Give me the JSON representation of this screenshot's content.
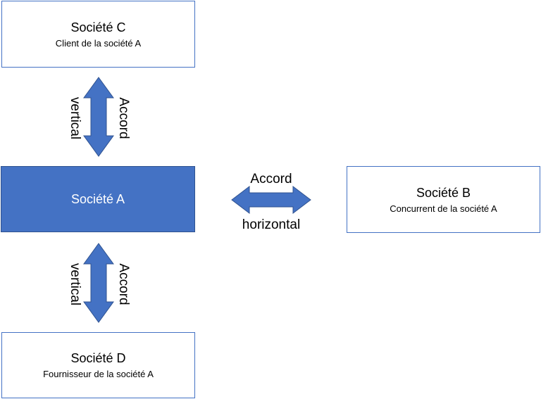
{
  "nodes": {
    "c": {
      "title": "Société C",
      "subtitle": "Client de la société A"
    },
    "a": {
      "title": "Société A"
    },
    "b": {
      "title": "Société B",
      "subtitle": "Concurrent de la société A"
    },
    "d": {
      "title": "Société D",
      "subtitle": "Fournisseur de la société A"
    }
  },
  "arrows": {
    "top": {
      "word1": "Accord",
      "word2": "vertical"
    },
    "horizontal": {
      "word1": "Accord",
      "word2": "horizontal"
    },
    "bottom": {
      "word1": "Accord",
      "word2": "vertical"
    }
  },
  "colors": {
    "fill": "#4472c4",
    "stroke": "#2f528f",
    "text_on_fill": "#ffffff"
  }
}
